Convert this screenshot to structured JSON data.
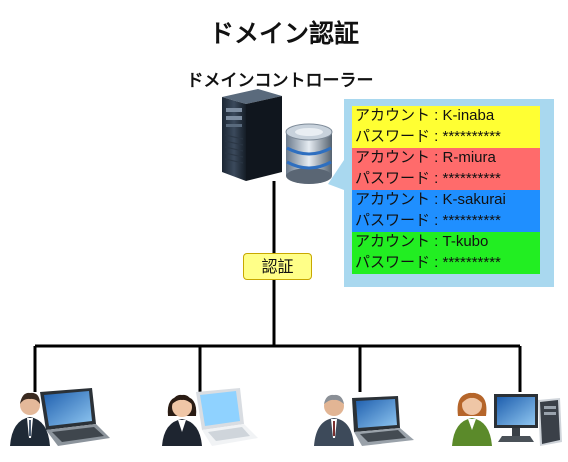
{
  "title": "ドメイン認証",
  "controller_label": "ドメインコントローラー",
  "auth_label": "認証",
  "accounts": [
    {
      "account_line": "アカウント : K-inaba",
      "password_line": "パスワード : **********",
      "color": "#ffff33"
    },
    {
      "account_line": "アカウント : R-miura",
      "password_line": "パスワード : **********",
      "color": "#ff6b6b"
    },
    {
      "account_line": "アカウント : K-sakurai",
      "password_line": "パスワード : **********",
      "color": "#1f8fff"
    },
    {
      "account_line": "アカウント : T-kubo",
      "password_line": "パスワード : **********",
      "color": "#22ee22"
    }
  ],
  "colors": {
    "panel": "#a9d8ef",
    "badge": "#ffff88",
    "line": "#000000"
  }
}
